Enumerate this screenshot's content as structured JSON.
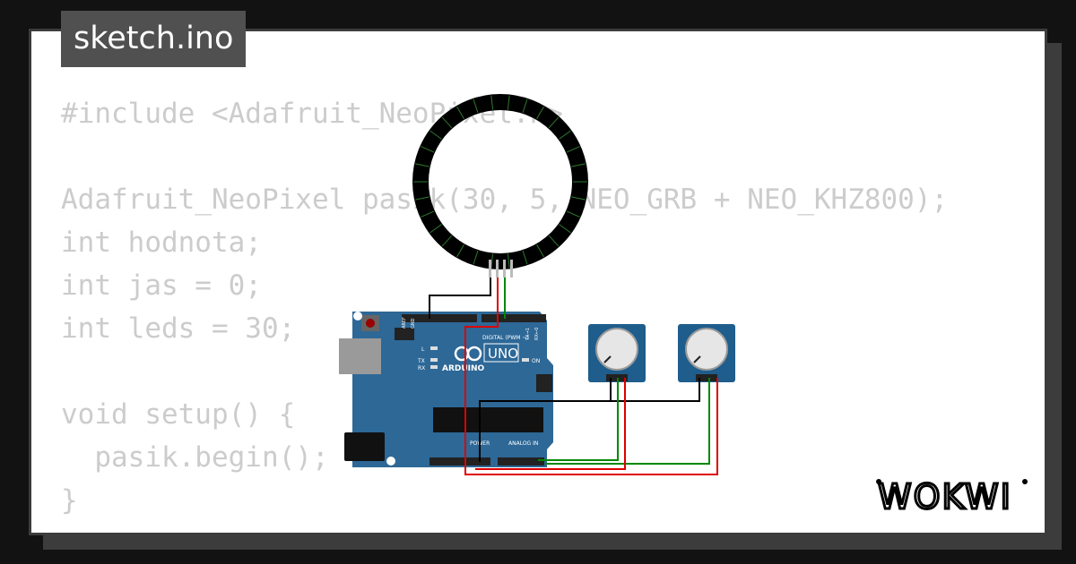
{
  "tab": {
    "filename": "sketch.ino"
  },
  "code": {
    "lines": [
      "#include <Adafruit_NeoPixel.h>",
      "",
      "Adafruit_NeoPixel pasik(30, 5, NEO_GRB + NEO_KHZ800);",
      "int hodnota;",
      "int jas = 0;",
      "int leds = 30;",
      "",
      "void setup() {",
      "  pasik.begin();",
      "}"
    ]
  },
  "arduino": {
    "logo_text": "ARDUINO",
    "model": "UNO",
    "header_digital": "DIGITAL (PWM ~)",
    "header_power": "POWER",
    "header_analog": "ANALOG IN",
    "led_on": "ON",
    "led_l": "L",
    "led_tx": "TX",
    "led_rx": "RX",
    "pin_aref": "AREF",
    "pin_gnd": "GND",
    "pin_tx": "TX→1",
    "pin_rx": "RX←0"
  },
  "neopixel_ring": {
    "pixel_count": 30
  },
  "brand": {
    "name": "WOKWI"
  },
  "colors": {
    "background": "#121212",
    "card": "#ffffff",
    "tab": "#505050",
    "code_text": "#cccccc",
    "board_blue": "#2d6897",
    "wire_red": "#dd0000",
    "wire_green": "#008800",
    "wire_black": "#000000"
  }
}
